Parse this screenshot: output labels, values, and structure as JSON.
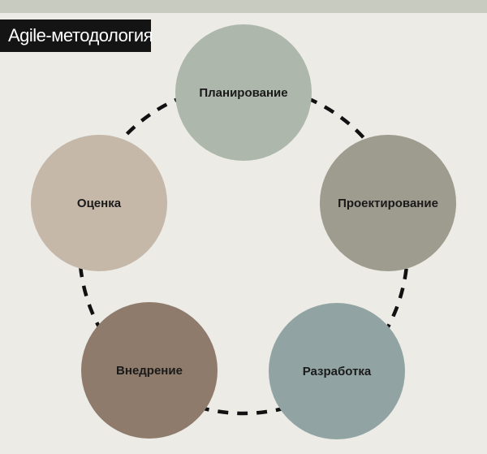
{
  "title": "Agile-методология",
  "nodes": [
    {
      "id": "plan",
      "label": "Планирование",
      "color": "#adb7ab"
    },
    {
      "id": "design",
      "label": "Проектирование",
      "color": "#9e9c8f"
    },
    {
      "id": "develop",
      "label": "Разработка",
      "color": "#91a4a3"
    },
    {
      "id": "deploy",
      "label": "Внедрение",
      "color": "#8e7b6b"
    },
    {
      "id": "evaluate",
      "label": "Оценка",
      "color": "#c6b8a9"
    }
  ],
  "colors": {
    "background": "#ecebe6",
    "top_bar": "#c8cbbf",
    "title_bg": "#141414",
    "title_text": "#ffffff",
    "dash": "#111111"
  }
}
